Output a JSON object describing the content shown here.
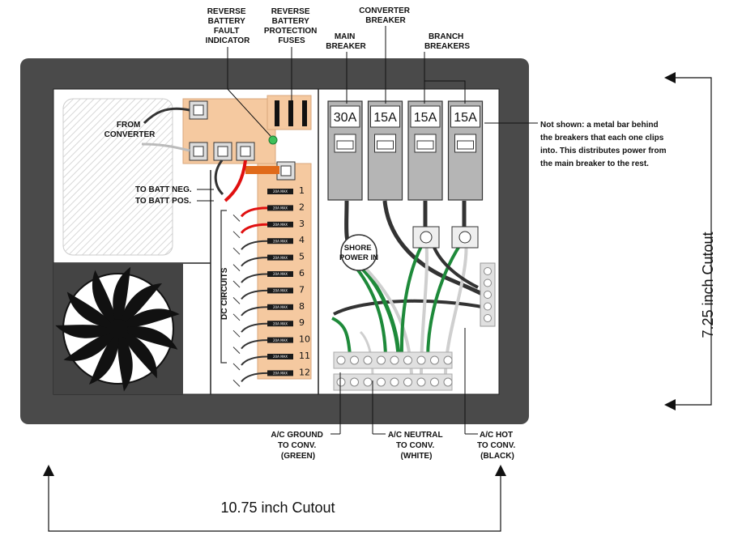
{
  "labels": {
    "reverse_fault": [
      "REVERSE",
      "BATTERY",
      "FAULT",
      "INDICATOR"
    ],
    "reverse_fuses": [
      "REVERSE",
      "BATTERY",
      "PROTECTION",
      "FUSES"
    ],
    "converter_breaker": [
      "CONVERTER",
      "BREAKER"
    ],
    "main_breaker": [
      "MAIN",
      "BREAKER"
    ],
    "branch_breakers": [
      "BRANCH",
      "BREAKERS"
    ],
    "from_converter": [
      "FROM",
      "CONVERTER"
    ],
    "batt_neg": "TO BATT NEG.",
    "batt_pos": "TO BATT POS.",
    "dc_circuits": "DC CIRCUITS",
    "shore_power": [
      "SHORE",
      "POWER IN"
    ],
    "ac_ground": [
      "A/C GROUND",
      "TO CONV.",
      "(GREEN)"
    ],
    "ac_neutral": [
      "A/C NEUTRAL",
      "TO CONV.",
      "(WHITE)"
    ],
    "ac_hot": [
      "A/C HOT",
      "TO CONV.",
      "(BLACK)"
    ],
    "note": [
      "Not shown: a metal bar behind",
      "the breakers that each one clips",
      "into. This distributes power from",
      "the main breaker to the rest."
    ]
  },
  "breakers": [
    "30A",
    "15A",
    "15A",
    "15A"
  ],
  "fuse_numbers": [
    "1",
    "2",
    "3",
    "4",
    "5",
    "6",
    "7",
    "8",
    "9",
    "10",
    "11",
    "12"
  ],
  "fuse_rating": "20A MAX",
  "dimensions": {
    "height": "7.25 inch Cutout",
    "width": "10.75 inch Cutout"
  },
  "colors": {
    "frame": "#4a4a4a",
    "panel_bg": "#ffffff",
    "dc_board": "#f5c9a0",
    "breaker": "#b5b5b5",
    "wire_green": "#1e8a3a",
    "wire_red": "#e01010",
    "wire_black": "#333333",
    "indicator": "#3dc05a"
  }
}
